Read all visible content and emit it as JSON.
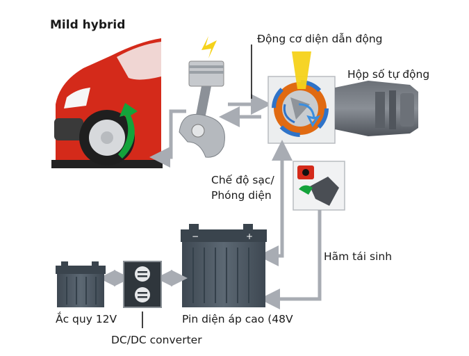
{
  "title": "Mild hybrid",
  "labels": {
    "electric_motor": "Động cơ diện dẫn động",
    "automatic_gearbox": "Hộp số tự động",
    "charge_mode_line1": "Chế độ sạc/",
    "charge_mode_line2": "Phóng diện",
    "regen_braking": "Hãm tái sinh",
    "battery_12v": "Ắc quy 12V",
    "dcdc_converter": "DC/DC converter",
    "hv_battery": "Pin diện áp cao (48V"
  },
  "colors": {
    "car_body": "#d42a1a",
    "arrow_gray": "#a8acb3",
    "arrow_green": "#14a33b",
    "lightning_yellow": "#f5d21a",
    "battery_dark": "#4a5560",
    "motor_orange": "#e06a12",
    "motor_blue": "#2f73c8"
  }
}
